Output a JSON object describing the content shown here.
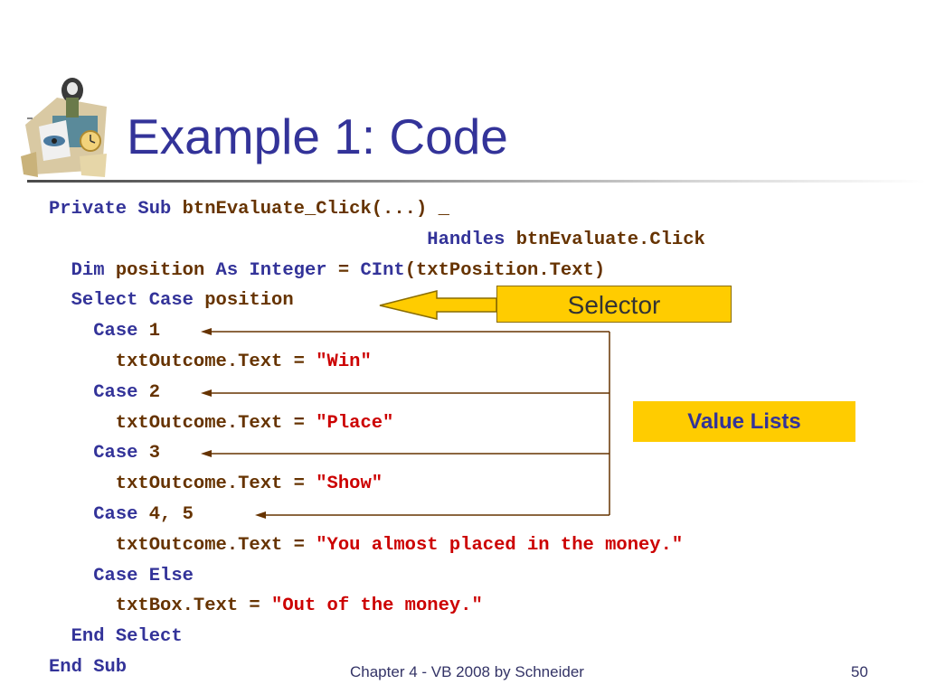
{
  "slide": {
    "title": "Example 1: Code",
    "footer": "Chapter 4 - VB 2008 by Schneider",
    "page_number": "50"
  },
  "code_lines": [
    [
      {
        "t": "Private Sub ",
        "c": "kw"
      },
      {
        "t": "btnEvaluate_Click(...) _",
        "c": "id"
      }
    ],
    [
      {
        "t": "                                  ",
        "c": "id"
      },
      {
        "t": "Handles ",
        "c": "kw"
      },
      {
        "t": "btnEvaluate.Click",
        "c": "id"
      }
    ],
    [
      {
        "t": "  ",
        "c": "id"
      },
      {
        "t": "Dim ",
        "c": "kw"
      },
      {
        "t": "position ",
        "c": "id"
      },
      {
        "t": "As Integer",
        "c": "kw"
      },
      {
        "t": " = ",
        "c": "id"
      },
      {
        "t": "CInt",
        "c": "kw"
      },
      {
        "t": "(txtPosition.Text)",
        "c": "id"
      }
    ],
    [
      {
        "t": "  ",
        "c": "id"
      },
      {
        "t": "Select Case ",
        "c": "kw"
      },
      {
        "t": "position",
        "c": "id"
      }
    ],
    [
      {
        "t": "    ",
        "c": "id"
      },
      {
        "t": "Case ",
        "c": "kw"
      },
      {
        "t": "1",
        "c": "id"
      }
    ],
    [
      {
        "t": "      txtOutcome.Text = ",
        "c": "id"
      },
      {
        "t": "\"Win\"",
        "c": "str"
      }
    ],
    [
      {
        "t": "    ",
        "c": "id"
      },
      {
        "t": "Case ",
        "c": "kw"
      },
      {
        "t": "2",
        "c": "id"
      }
    ],
    [
      {
        "t": "      txtOutcome.Text = ",
        "c": "id"
      },
      {
        "t": "\"Place\"",
        "c": "str"
      }
    ],
    [
      {
        "t": "    ",
        "c": "id"
      },
      {
        "t": "Case ",
        "c": "kw"
      },
      {
        "t": "3",
        "c": "id"
      }
    ],
    [
      {
        "t": "      txtOutcome.Text = ",
        "c": "id"
      },
      {
        "t": "\"Show\"",
        "c": "str"
      }
    ],
    [
      {
        "t": "    ",
        "c": "id"
      },
      {
        "t": "Case ",
        "c": "kw"
      },
      {
        "t": "4, 5",
        "c": "id"
      }
    ],
    [
      {
        "t": "      txtOutcome.Text = ",
        "c": "id"
      },
      {
        "t": "\"You almost placed in the money.\"",
        "c": "str"
      }
    ],
    [
      {
        "t": "    ",
        "c": "id"
      },
      {
        "t": "Case Else",
        "c": "kw"
      }
    ],
    [
      {
        "t": "      txtBox.Text = ",
        "c": "id"
      },
      {
        "t": "\"Out of the money.\"",
        "c": "str"
      }
    ],
    [
      {
        "t": "  ",
        "c": "id"
      },
      {
        "t": "End Select",
        "c": "kw"
      }
    ],
    [
      {
        "t": "End Sub",
        "c": "kw"
      }
    ]
  ],
  "callouts": {
    "selector": "Selector",
    "value_lists": "Value Lists"
  },
  "colors": {
    "title": "#333399",
    "keyword": "#333399",
    "identifier": "#663300",
    "string": "#cc0000",
    "callout_fill": "#ffcc00",
    "arrow": "#663300"
  },
  "icons": {
    "logo": "collage-logo-icon"
  }
}
